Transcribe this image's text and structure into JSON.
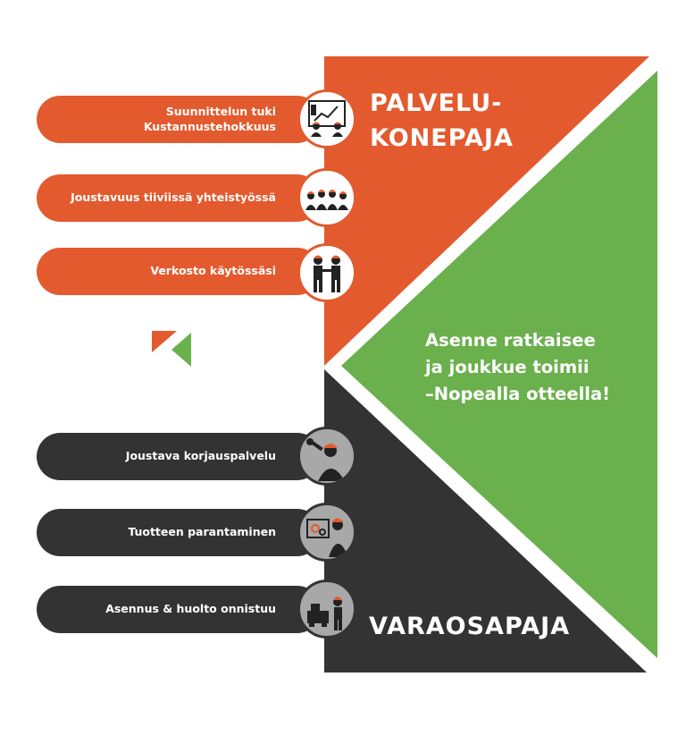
{
  "palvelu_heading": {
    "line1": "PALVELU-",
    "line2": "KONEPAJA"
  },
  "varaosa_heading": "VARAOSAPAJA",
  "slogan": {
    "line1": "Asenne ratkaisee",
    "line2": "ja joukkue toimii",
    "line3": "–Nopealla otteella!"
  },
  "orange_items": [
    {
      "line1": "Suunnittelun tuki",
      "line2": "Kustannustehokkuus",
      "icon": "presentation-icon"
    },
    {
      "line1": "Joustavuus tiiviissä yhteistyössä",
      "icon": "team-icon"
    },
    {
      "line1": "Verkosto käytössäsi",
      "icon": "handshake-icon"
    }
  ],
  "dark_items": [
    {
      "line1": "Joustava korjauspalvelu",
      "icon": "repair-worker-icon"
    },
    {
      "line1": "Tuotteen parantaminen",
      "icon": "engineer-screen-icon"
    },
    {
      "line1": "Asennus & huolto onnistuu",
      "icon": "machine-installation-icon"
    }
  ],
  "colors": {
    "orange": "#e35a2e",
    "green": "#6ab04c",
    "dark": "#333333",
    "grey": "#a8a8a8",
    "white": "#ffffff"
  }
}
